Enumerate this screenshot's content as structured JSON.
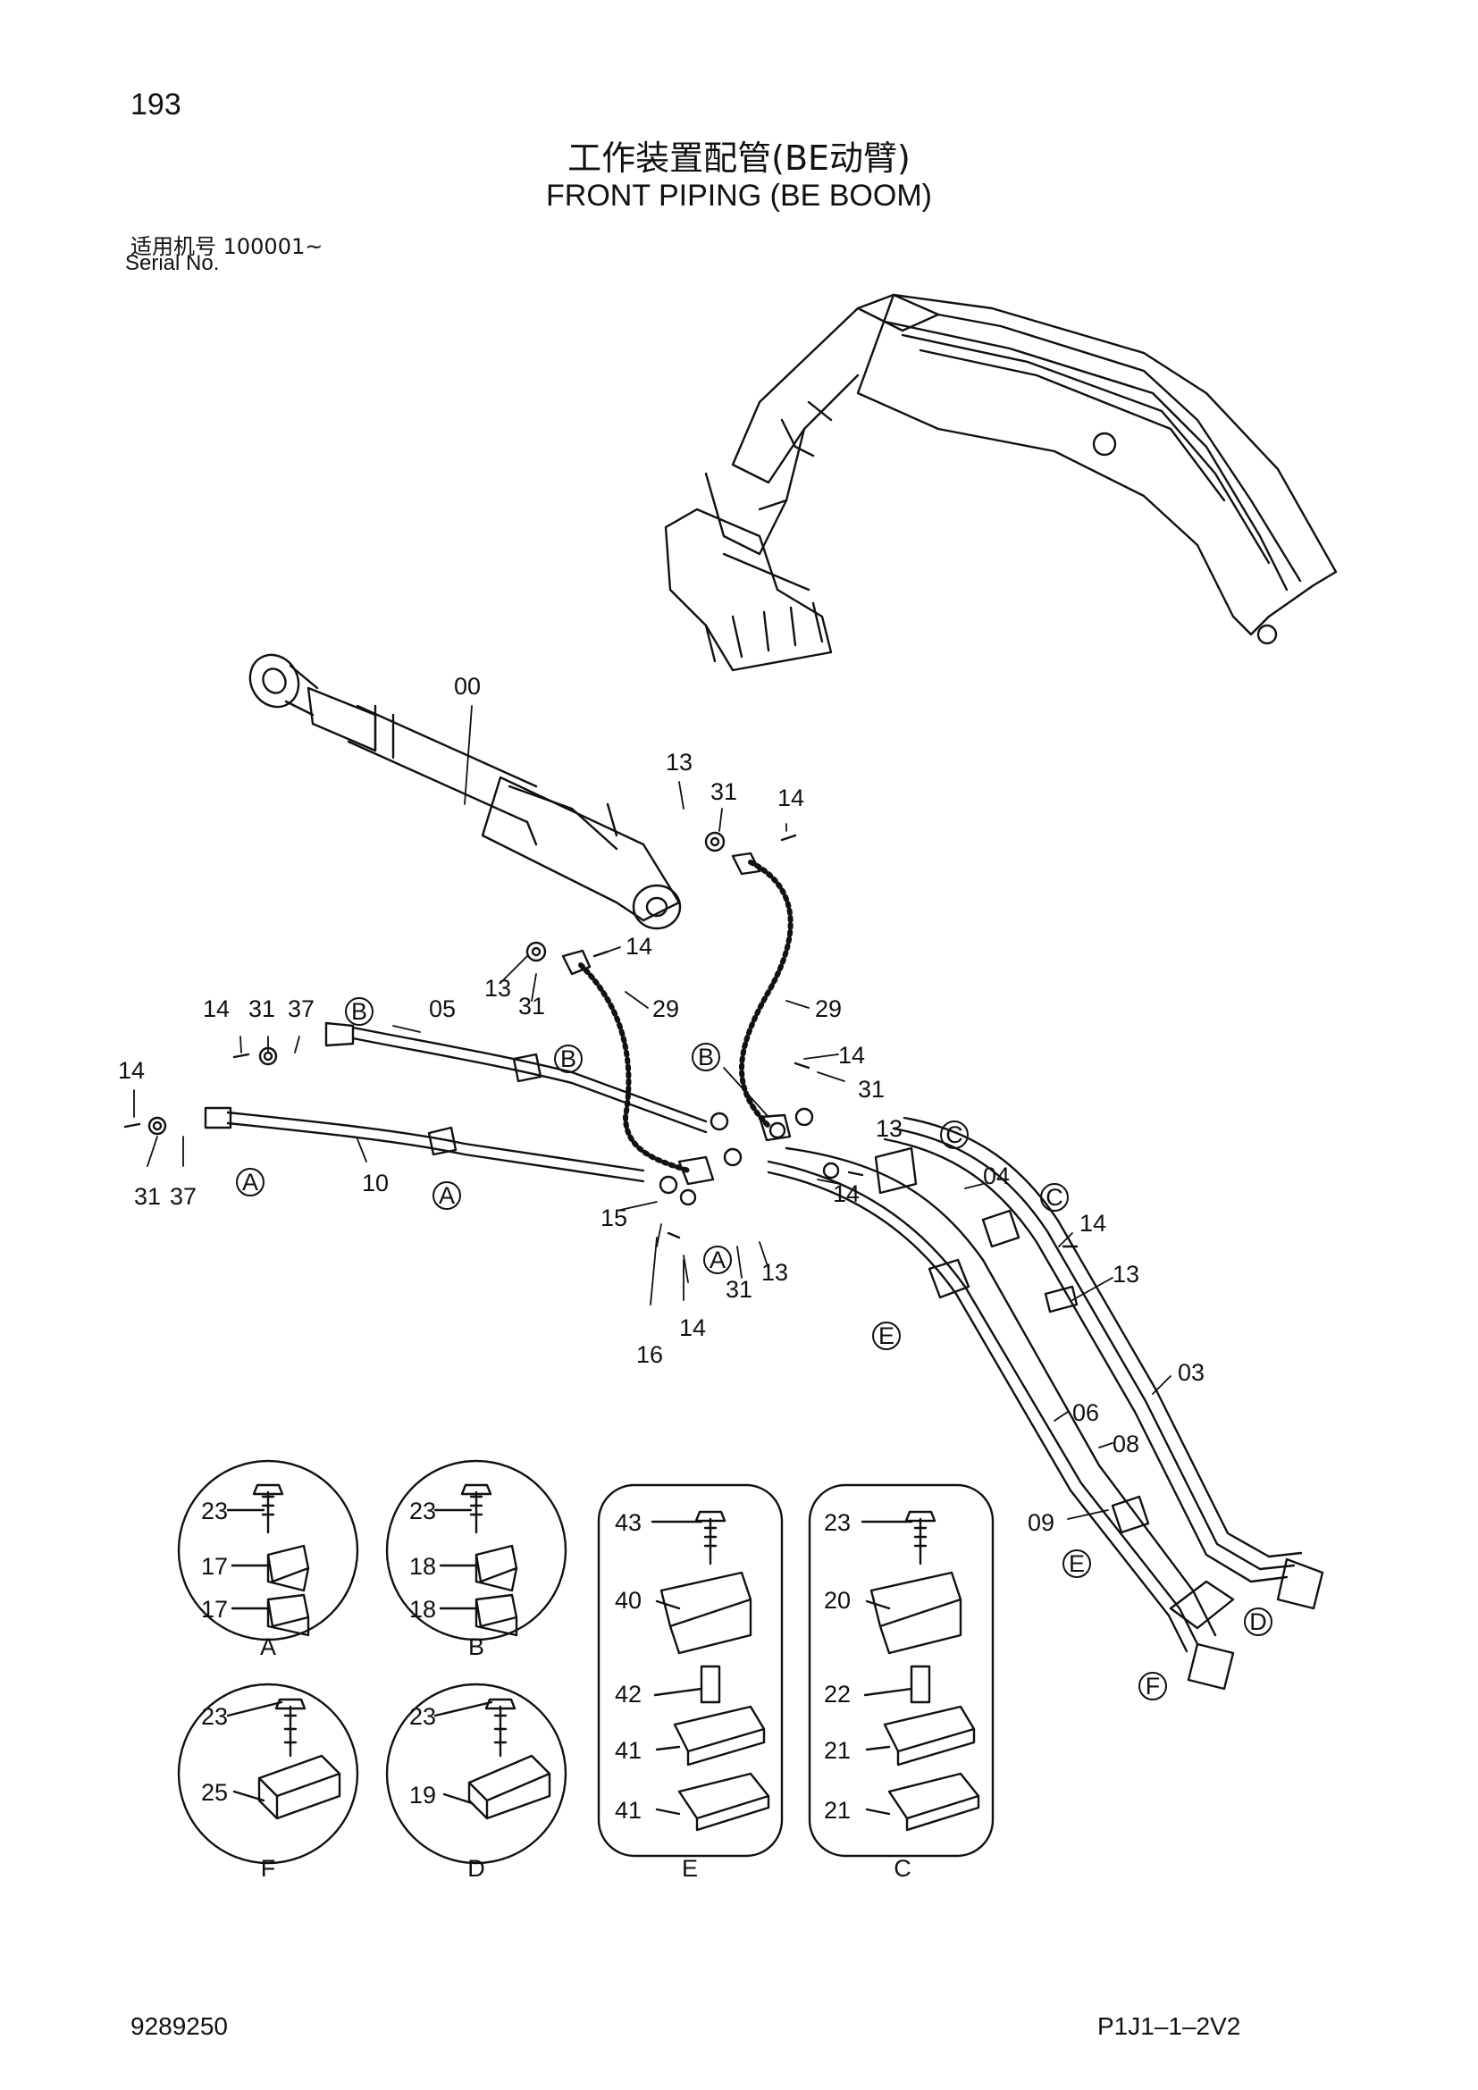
{
  "header": {
    "page_number": "193",
    "title_cn": "工作装置配管(BE动臂)",
    "title_en": "FRONT PIPING (BE BOOM)",
    "serial_label_cn": "适用机号 100001~",
    "serial_label_en": "Serial No."
  },
  "footer": {
    "doc_number": "9289250",
    "page_code": "P1J1–1–2V2"
  },
  "callouts": {
    "c00": "00",
    "c13a": "13",
    "c31a": "31",
    "c14a": "14",
    "c14b": "14",
    "c13b": "13",
    "c31b": "31",
    "c14c": "14",
    "c31c": "31",
    "c37a": "37",
    "c05": "05",
    "c29a": "29",
    "c29b": "29",
    "c14d": "14",
    "c31d": "31",
    "c37b": "37",
    "c10": "10",
    "c14e": "14",
    "c31e": "31",
    "c13c": "13",
    "c14f": "14",
    "c04": "04",
    "c14g": "14",
    "c13d": "13",
    "c15": "15",
    "c16": "16",
    "c14h": "14",
    "c31f": "31",
    "c13e": "13",
    "c03": "03",
    "c06": "06",
    "c08": "08",
    "c09": "09"
  },
  "circled_refs": {
    "rB1": "B",
    "rB2": "B",
    "rB3": "B",
    "rC1": "C",
    "rC2": "C",
    "rA1": "A",
    "rA2": "A",
    "rA3": "A",
    "rE1": "E",
    "rE2": "E",
    "rD": "D",
    "rF": "F"
  },
  "detail_views": {
    "A": {
      "title": "A",
      "bolt": "23",
      "upper": "17",
      "lower": "17"
    },
    "B": {
      "title": "B",
      "bolt": "23",
      "upper": "18",
      "lower": "18"
    },
    "F": {
      "title": "F",
      "bolt": "23",
      "block": "25"
    },
    "D": {
      "title": "D",
      "bolt": "23",
      "block": "19"
    },
    "E": {
      "title": "E",
      "bolt": "43",
      "upper": "40",
      "spacer": "42",
      "lower_a": "41",
      "lower_b": "41"
    },
    "C": {
      "title": "C",
      "bolt": "23",
      "upper": "20",
      "spacer": "22",
      "lower_a": "21",
      "lower_b": "21"
    }
  }
}
